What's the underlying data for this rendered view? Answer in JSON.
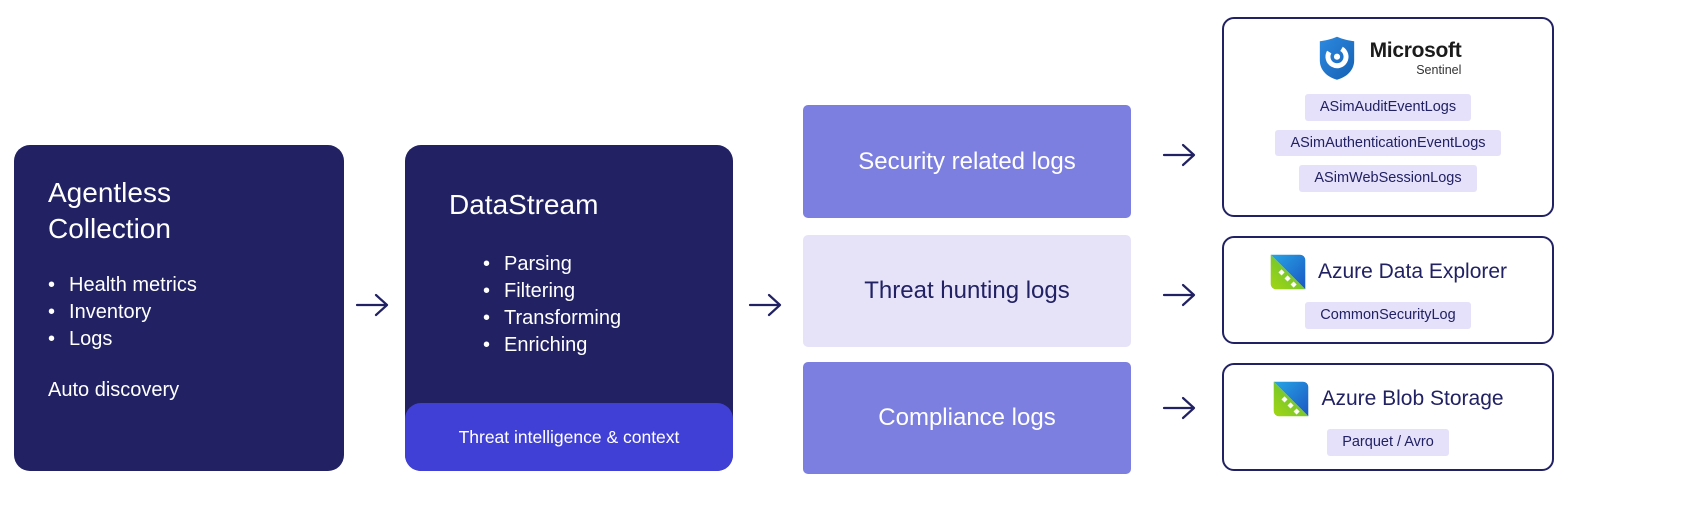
{
  "colors": {
    "navy": "#212163",
    "bright_blue": "#4140d6",
    "periwinkle": "#7c7fe0",
    "lavender": "#e6e3f9",
    "tag_bg": "#e5e1fa"
  },
  "collection": {
    "title": "Agentless Collection",
    "bullet_glyph": "•",
    "bullets": [
      "Health metrics",
      "Inventory",
      "Logs"
    ],
    "footer": "Auto discovery"
  },
  "datastream": {
    "title": "DataStream",
    "bullet_glyph": "•",
    "bullets": [
      "Parsing",
      "Filtering",
      "Transforming",
      "Enriching"
    ],
    "banner": "Threat intelligence & context"
  },
  "log_types": [
    {
      "label": "Security related logs"
    },
    {
      "label": "Threat hunting logs"
    },
    {
      "label": "Compliance logs"
    }
  ],
  "destinations": [
    {
      "brand": "Microsoft",
      "sub_brand": "Sentinel",
      "icon": "microsoft-sentinel-shield",
      "tags": [
        "ASimAuditEventLogs",
        "ASimAuthenticationEventLogs",
        "ASimWebSessionLogs"
      ]
    },
    {
      "name": "Azure Data Explorer",
      "icon": "azure-data-explorer",
      "tags": [
        "CommonSecurityLog"
      ]
    },
    {
      "name": "Azure Blob Storage",
      "icon": "azure-blob-storage",
      "tags": [
        "Parquet / Avro"
      ]
    }
  ]
}
